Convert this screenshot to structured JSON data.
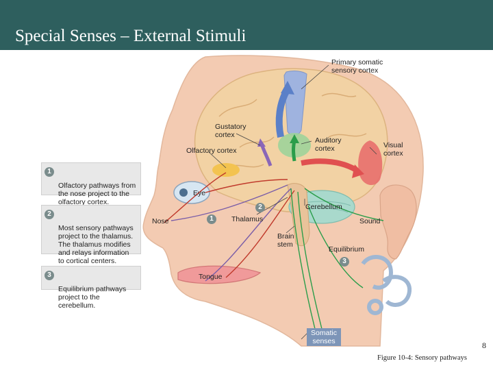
{
  "slide": {
    "title": "Special Senses – External Stimuli",
    "page_number": "8",
    "caption": "Figure 10-4: Sensory pathways"
  },
  "labels": {
    "primary_somatic": "Primary somatic\nsensory cortex",
    "gustatory": "Gustatory\ncortex",
    "olfactory": "Olfactory cortex",
    "auditory": "Auditory\ncortex",
    "visual": "Visual\ncortex",
    "eye": "Eye",
    "nose": "Nose",
    "thalamus": "Thalamus",
    "cerebellum": "Cerebellum",
    "sound": "Sound",
    "brain_stem": "Brain\nstem",
    "equilibrium": "Equilibrium",
    "tongue": "Tongue",
    "somatic_senses": "Somatic\nsenses"
  },
  "steps": [
    {
      "number": "1",
      "text": "Olfactory pathways from\nthe nose project to the\nolfactory cortex."
    },
    {
      "number": "2",
      "text": "Most sensory pathways\nproject to the thalamus.\nThe thalamus modifies\nand relays information\nto cortical centers."
    },
    {
      "number": "3",
      "text": "Equilibrium pathways\nproject to the cerebellum."
    }
  ],
  "markers": {
    "nose_path": "1",
    "thalamus_path": "2",
    "equilibrium_path": "3"
  },
  "colors": {
    "title_bar": "#2e5f5e",
    "skin": "#f3cbb2",
    "brain": "#f2d2a4",
    "somatic_cortex": "#9fb3df",
    "auditory_cortex": "#9fd39a",
    "visual_cortex": "#e86a6a",
    "olfactory_cortex": "#f3c350",
    "cerebellum": "#a9d9cc",
    "sensory_pathway": "#2a9d4a",
    "gustatory_pathway": "#7b5ea8"
  }
}
